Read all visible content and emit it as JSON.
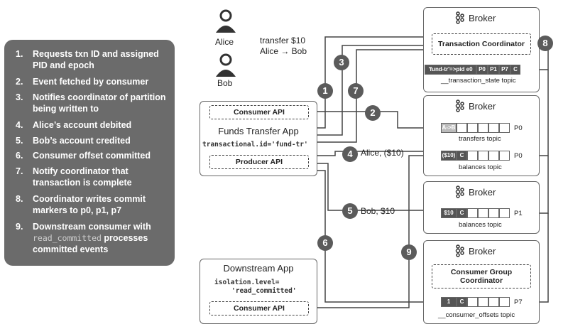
{
  "steps": [
    {
      "num": "1.",
      "text": "Requests txn ID and assigned PID and epoch"
    },
    {
      "num": "2.",
      "text": "Event fetched by consumer"
    },
    {
      "num": "3.",
      "text": "Notifies coordinator of partition being written to"
    },
    {
      "num": "4.",
      "text": "Alice’s account debited"
    },
    {
      "num": "5.",
      "text": "Bob’s account credited"
    },
    {
      "num": "6.",
      "text": "Consumer offset committed"
    },
    {
      "num": "7.",
      "text": "Notify coordinator that transaction is complete"
    },
    {
      "num": "8.",
      "text": "Coordinator writes commit markers to p0, p1, p7"
    },
    {
      "num": "9.",
      "text_a": "Downstream consumer with",
      "code": "read_committed",
      "text_b": "processes committed events"
    }
  ],
  "people": {
    "alice": "Alice",
    "bob": "Bob",
    "transfer_line1": "transfer $10",
    "transfer_line2": "Alice → Bob"
  },
  "funds_app": {
    "consumer_api": "Consumer API",
    "title": "Funds Transfer App",
    "config": "transactional.id='fund-tr'",
    "producer_api": "Producer API"
  },
  "downstream_app": {
    "title": "Downstream App",
    "config_line1": "isolation.level=",
    "config_line2": "'read_committed'",
    "consumer_api": "Consumer API"
  },
  "brokers": {
    "label": "Broker",
    "b1": {
      "box": "Transaction Coordinator",
      "cells": [
        "'fund-tr'=>pid e0",
        "P0",
        "P1",
        "P7",
        "C"
      ],
      "topic": "__transaction_state topic"
    },
    "b2": {
      "row1": {
        "cells": [
          "A->B"
        ],
        "partition": "P0",
        "topic": "transfers topic"
      },
      "row2": {
        "cells": [
          "($10)",
          "C"
        ],
        "partition": "P0",
        "topic": "balances topic"
      }
    },
    "b3": {
      "cells": [
        "$10",
        "C"
      ],
      "partition": "P1",
      "topic": "balances topic"
    },
    "b4": {
      "box_line1": "Consumer Group",
      "box_line2": "Coordinator",
      "cells": [
        "1",
        "C"
      ],
      "partition": "P7",
      "topic": "__consumer_offsets topic"
    }
  },
  "events": {
    "alice_debit": "Alice, ($10)",
    "bob_credit": "Bob, $10"
  },
  "badges": [
    "1",
    "2",
    "3",
    "4",
    "5",
    "6",
    "7",
    "8",
    "9"
  ],
  "colors": {
    "panel": "#6b6b6b",
    "badge": "#5b5b5b",
    "accent_cell": "#555555"
  }
}
